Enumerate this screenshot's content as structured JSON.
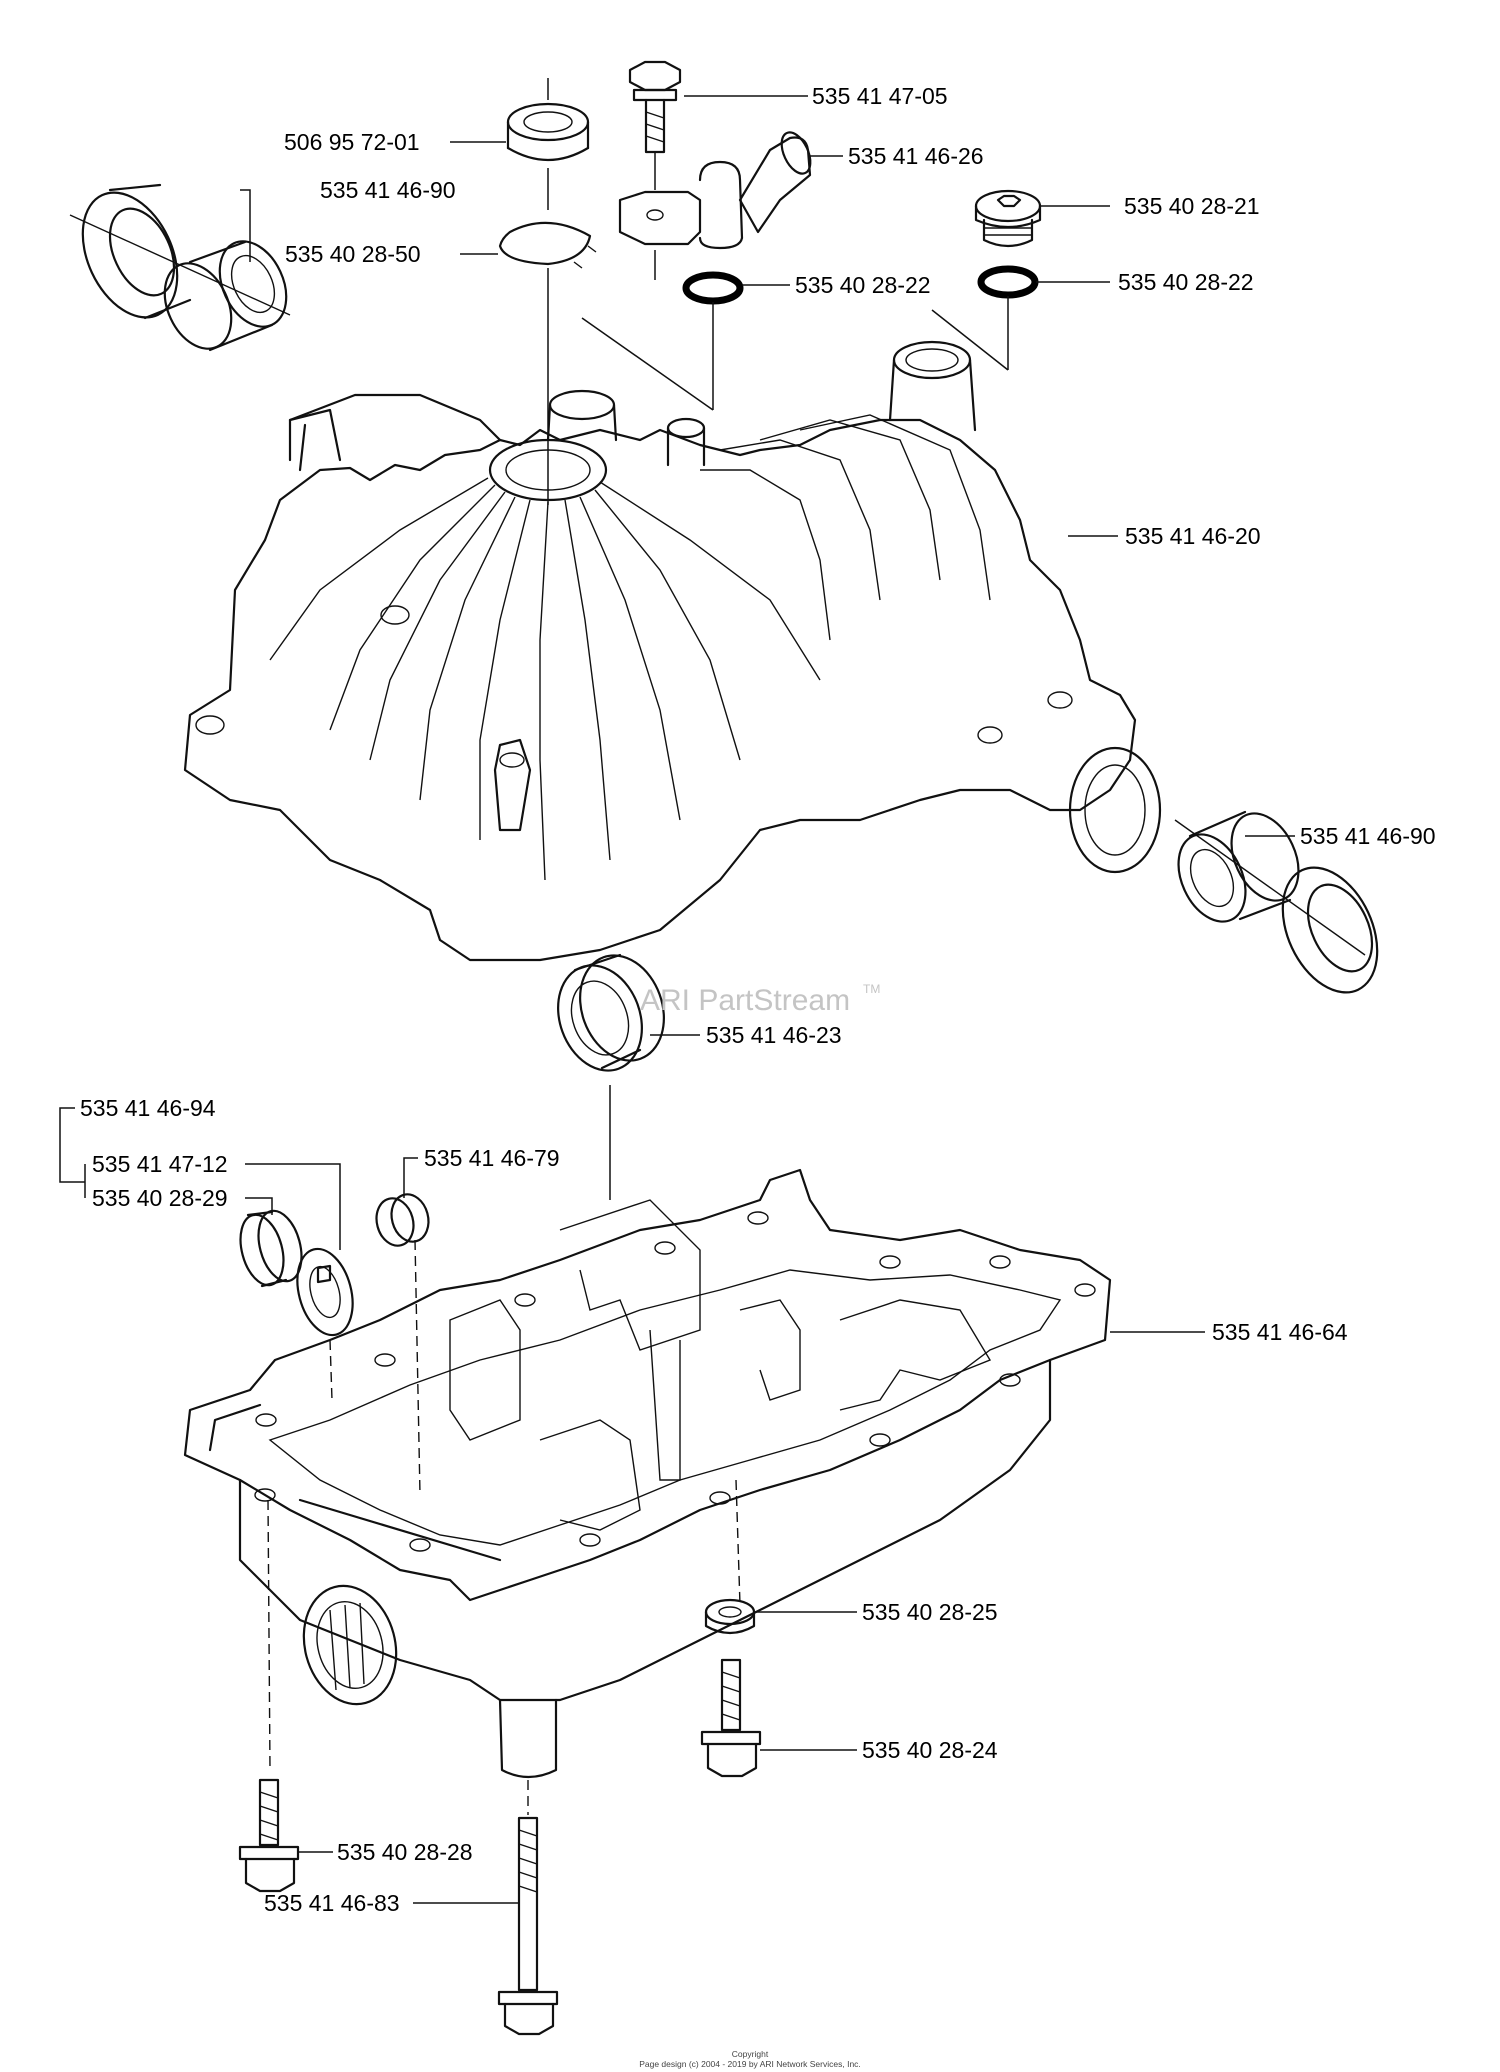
{
  "watermark": {
    "text": "ARI PartStream",
    "trademark": "TM"
  },
  "copyright": {
    "line1": "Copyright",
    "line2": "Page design (c) 2004 - 2019 by ARI Network Services, Inc."
  },
  "labels": {
    "upper_housing": "535 41 46-20",
    "bolt_top": "535 41 47-05",
    "seal_top": "506 95 72-01",
    "fitting": "535 41 46-26",
    "bushing_left": "535 41 46-90",
    "plug": "535 40 28-21",
    "retaining_ring": "535 40 28-50",
    "oring_left": "535 40 28-22",
    "oring_right": "535 40 28-22",
    "bushing_right": "535 41 46-90",
    "seal_center": "535 41 46-23",
    "kit": "535 41 46-94",
    "seal_kit_a": "535 41 47-12",
    "seal_kit_b": "535 40 28-29",
    "cap": "535 41 46-79",
    "lower_housing": "535 41 46-64",
    "washer": "535 40 28-25",
    "bolt_left": "535 40 28-28",
    "bolt_right": "535 40 28-24",
    "bolt_long": "535 41 46-83"
  }
}
